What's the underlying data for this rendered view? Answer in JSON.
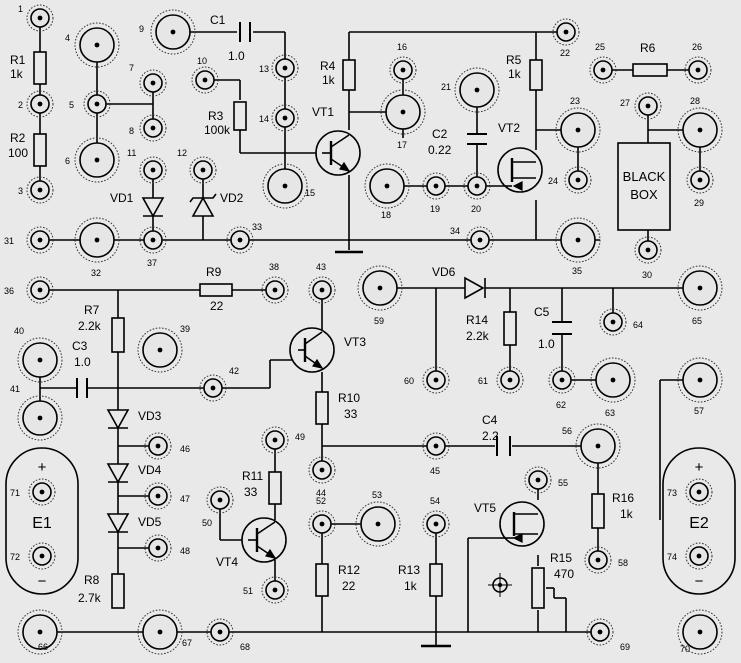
{
  "components": {
    "R1": {
      "ref": "R1",
      "value": "1k"
    },
    "R2": {
      "ref": "R2",
      "value": "100"
    },
    "R3": {
      "ref": "R3",
      "value": "100k"
    },
    "R4": {
      "ref": "R4",
      "value": "1k"
    },
    "R5": {
      "ref": "R5",
      "value": "1k"
    },
    "R6": {
      "ref": "R6"
    },
    "R7": {
      "ref": "R7",
      "value": "2.2k"
    },
    "R8": {
      "ref": "R8",
      "value": "2.7k"
    },
    "R9": {
      "ref": "R9",
      "value": "22"
    },
    "R10": {
      "ref": "R10",
      "value": "33"
    },
    "R11": {
      "ref": "R11",
      "value": "33"
    },
    "R12": {
      "ref": "R12",
      "value": "22"
    },
    "R13": {
      "ref": "R13",
      "value": "1k"
    },
    "R14": {
      "ref": "R14",
      "value": "2.2k"
    },
    "R15": {
      "ref": "R15",
      "value": "470"
    },
    "R16": {
      "ref": "R16",
      "value": "1k"
    },
    "C1": {
      "ref": "C1",
      "value": "1.0"
    },
    "C2": {
      "ref": "C2",
      "value": "0.22"
    },
    "C3": {
      "ref": "C3",
      "value": "1.0"
    },
    "C4": {
      "ref": "C4",
      "value": "2.2"
    },
    "C5": {
      "ref": "C5",
      "value": "1.0"
    },
    "VD1": {
      "ref": "VD1"
    },
    "VD2": {
      "ref": "VD2"
    },
    "VD3": {
      "ref": "VD3"
    },
    "VD4": {
      "ref": "VD4"
    },
    "VD5": {
      "ref": "VD5"
    },
    "VD6": {
      "ref": "VD6"
    },
    "VT1": {
      "ref": "VT1"
    },
    "VT2": {
      "ref": "VT2"
    },
    "VT3": {
      "ref": "VT3"
    },
    "VT4": {
      "ref": "VT4"
    },
    "VT5": {
      "ref": "VT5"
    }
  },
  "black_box": {
    "line1": "BLACK",
    "line2": "BOX"
  },
  "batteries": [
    {
      "name": "E1",
      "plus": "+",
      "minus": "−"
    },
    {
      "name": "E2",
      "plus": "+",
      "minus": "−"
    }
  ],
  "pads": [
    "1",
    "2",
    "3",
    "4",
    "5",
    "6",
    "7",
    "8",
    "9",
    "10",
    "11",
    "12",
    "13",
    "14",
    "15",
    "16",
    "17",
    "18",
    "19",
    "20",
    "21",
    "22",
    "23",
    "24",
    "25",
    "26",
    "27",
    "28",
    "29",
    "30",
    "31",
    "32",
    "33",
    "34",
    "35",
    "36",
    "37",
    "38",
    "39",
    "40",
    "41",
    "42",
    "43",
    "44",
    "45",
    "46",
    "47",
    "48",
    "49",
    "50",
    "51",
    "52",
    "53",
    "54",
    "55",
    "56",
    "57",
    "58",
    "59",
    "60",
    "61",
    "62",
    "63",
    "64",
    "65",
    "66",
    "67",
    "68",
    "69",
    "70",
    "71",
    "72",
    "73",
    "74"
  ],
  "icons": {
    "ground": "ground-icon",
    "target": "crosshair-icon"
  }
}
